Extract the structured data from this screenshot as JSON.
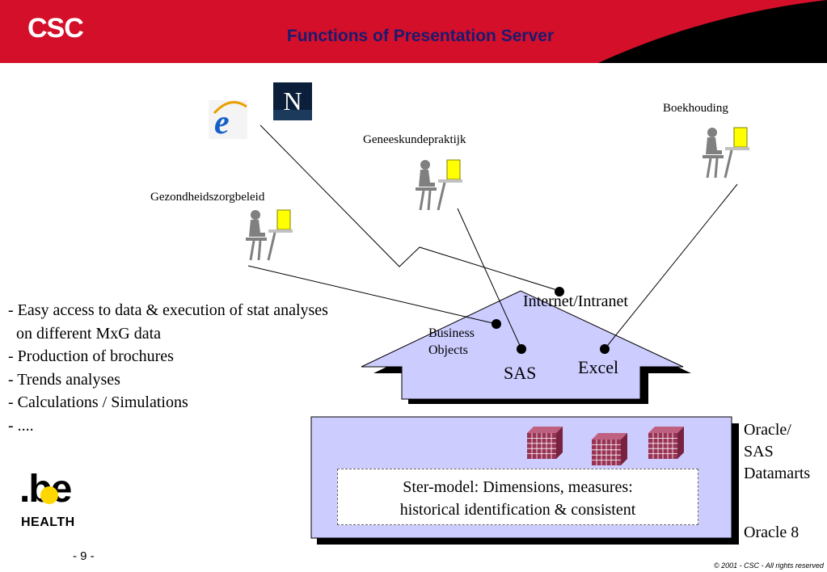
{
  "header": {
    "logo_text": "CSC",
    "title": "Functions of Presentation Server",
    "colors": {
      "red": "#d40f2a",
      "black": "#000000",
      "title_blue": "#1a1a6e"
    }
  },
  "browsers": {
    "ie_icon": "internet-explorer-icon",
    "netscape_icon": "netscape-icon",
    "netscape_letter": "N"
  },
  "users": [
    {
      "label": "Gezondheidszorgbeleid",
      "icon": "user-at-computer-icon"
    },
    {
      "label": "Geneeskundepraktijk",
      "icon": "user-at-computer-icon"
    },
    {
      "label": "Boekhouding",
      "icon": "user-at-computer-icon"
    }
  ],
  "house": {
    "fill": "#ccccff",
    "roof_label": "Internet/Intranet",
    "tools": [
      {
        "label": "Business\nObjects"
      },
      {
        "label": "SAS"
      },
      {
        "label": "Excel"
      }
    ]
  },
  "bullets": [
    "- Easy access to data & execution of stat analyses",
    "  on different MxG data",
    "- Production of brochures",
    "- Trends analyses",
    "- Calculations / Simulations",
    "- ...."
  ],
  "datamart": {
    "star_model_line1": "Ster-model: Dimensions, measures:",
    "star_model_line2": "historical identification & consistent",
    "side_label_1": "Oracle/",
    "side_label_2": "SAS",
    "side_label_3": "Datamarts",
    "side_label_4": "Oracle 8",
    "cube_icon": "data-cube-icon",
    "cube_color": "#993355"
  },
  "footer": {
    "logo_be": ".be",
    "logo_health": "HEALTH",
    "page_number": "- 9 -",
    "copyright": "© 2001 - CSC  -  All rights reserved"
  }
}
